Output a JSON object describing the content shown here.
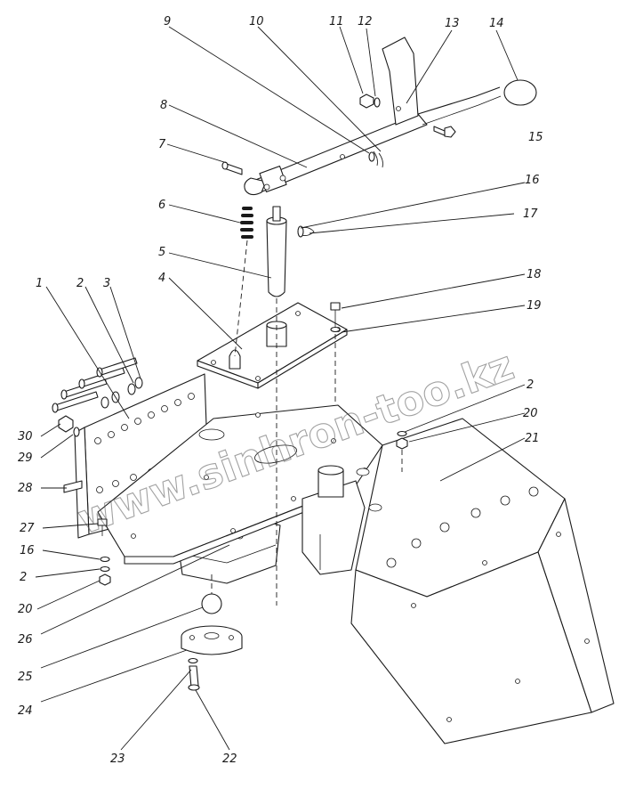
{
  "watermark": "www.sinhron-too.kz",
  "callouts": [
    "1",
    "2",
    "3",
    "4",
    "5",
    "6",
    "7",
    "8",
    "9",
    "10",
    "11",
    "12",
    "13",
    "14",
    "15",
    "16",
    "17",
    "18",
    "19",
    "2",
    "20",
    "21",
    "30",
    "29",
    "28",
    "27",
    "16",
    "2",
    "20",
    "26",
    "25",
    "24",
    "23",
    "22"
  ]
}
